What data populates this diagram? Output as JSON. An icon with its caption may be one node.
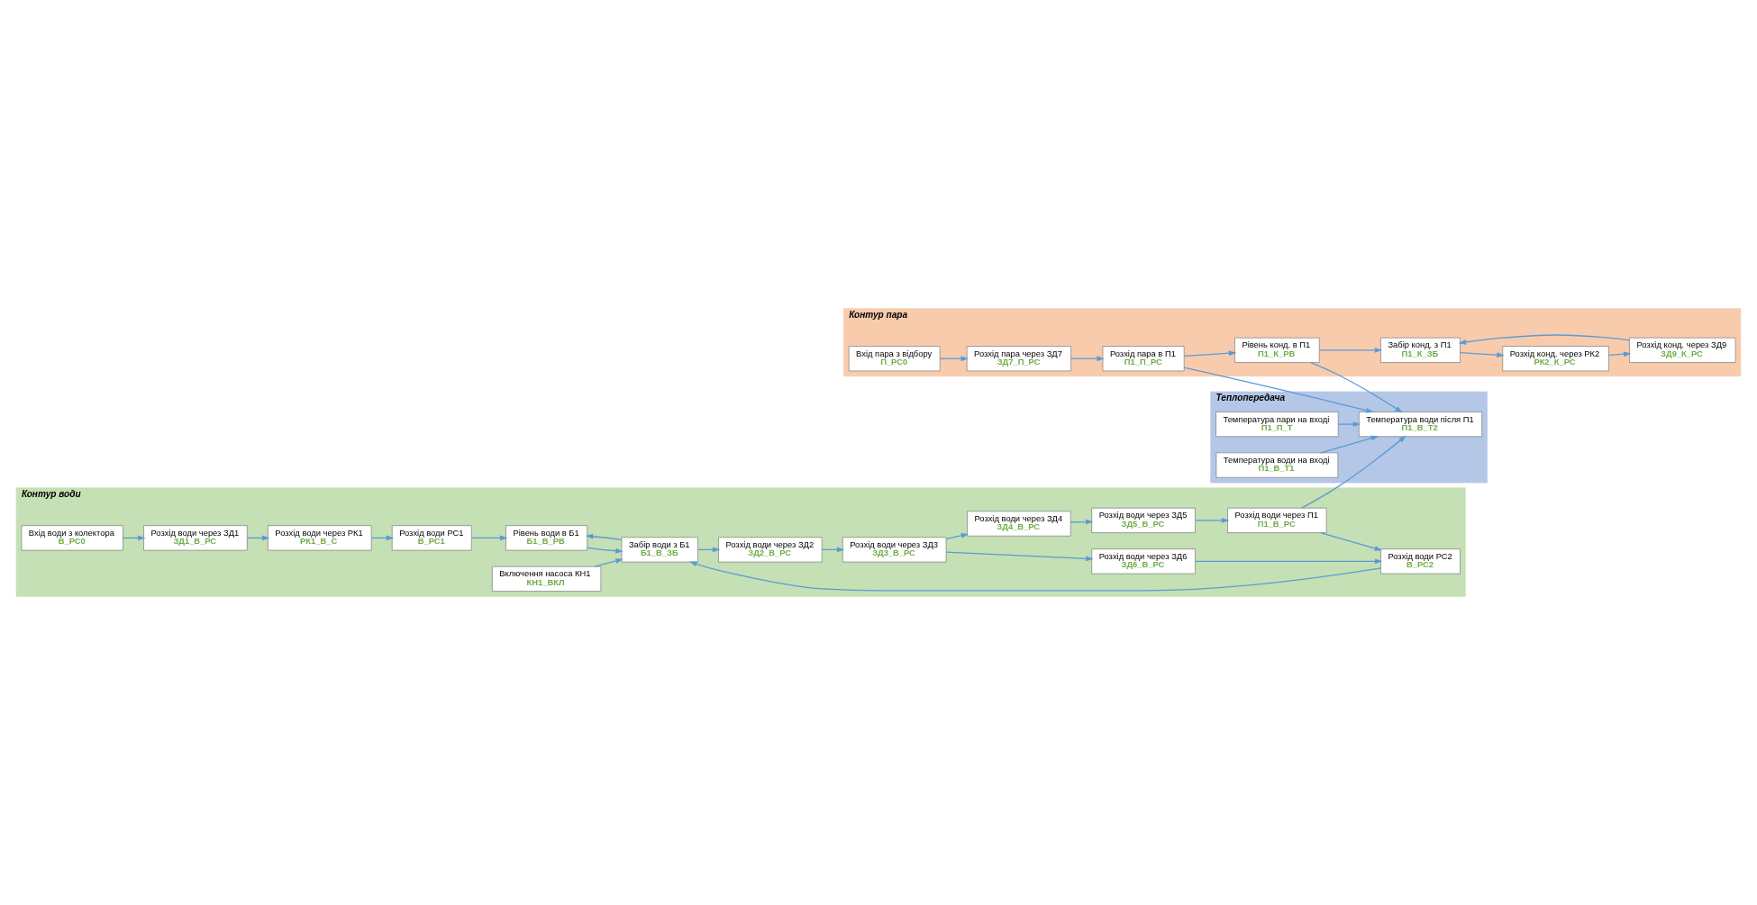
{
  "diagram": {
    "nodes": [
      {
        "text": [
          "Контур пара"
        ]
      },
      {
        "text": [
          "Вхід пара з відбору",
          "П_РС0"
        ],
        "in": 0
      },
      {
        "text": [
          "Розхід пара через ЗД7",
          "ЗД7_П_РС"
        ],
        "in": 0
      },
      {
        "text": [
          "Розхід пара в П1",
          "П1_П_РС"
        ],
        "in": 0
      },
      {
        "text": [
          "Рівень конд. в П1",
          "П1_К_РВ"
        ],
        "in": 0
      },
      {
        "text": [
          "Забір конд. з П1",
          "П1_К_ЗБ"
        ],
        "in": 0
      },
      {
        "text": [
          "Розхід конд. через РК2",
          "РК2_К_РС"
        ],
        "in": 0
      },
      {
        "text": [
          "Розхід конд. через ЗД9",
          "ЗД9_К_РС"
        ],
        "in": 0
      },
      {
        "text": [
          "Теплопередача"
        ]
      },
      {
        "text": [
          "Температура води на вході",
          "П1_В_Т1"
        ],
        "in": 8
      },
      {
        "text": [
          "Температура пари на вході",
          "П1_П_Т"
        ],
        "in": 8
      },
      {
        "text": [
          "Температура води після П1",
          "П1_В_Т2"
        ],
        "in": 8
      },
      {
        "text": [
          "Контур води"
        ]
      },
      {
        "text": [
          "Вхід води з колектора",
          "В_РС0"
        ],
        "in": 12
      },
      {
        "text": [
          "Розхід води через ЗД1",
          "ЗД1_В_РС"
        ],
        "in": 12
      },
      {
        "text": [
          "Розхід води через РК1",
          "РК1_В_С"
        ],
        "in": 12
      },
      {
        "text": [
          "Розхід води РС1",
          "В_РС1"
        ],
        "in": 12
      },
      {
        "text": [
          "Включення насоса КН1",
          "КН1_ВКЛ"
        ],
        "in": 12
      },
      {
        "text": [
          "Рівень води в Б1",
          "Б1_В_РВ"
        ],
        "in": 12
      },
      {
        "text": [
          "Забір води з Б1",
          "Б1_В_ЗБ"
        ],
        "in": 12
      },
      {
        "text": [
          "Розхід води через ЗД2",
          "ЗД2_В_РС"
        ],
        "in": 12
      },
      {
        "text": [
          "Розхід води через ЗД3",
          "ЗД3_В_РС"
        ],
        "in": 12
      },
      {
        "text": [
          "Розхід води через ЗД4",
          "ЗД4_В_РС"
        ],
        "in": 12
      },
      {
        "text": [
          "Розхід води через ЗД5",
          "ЗД5_В_РС"
        ],
        "in": 12
      },
      {
        "text": [
          "Розхід води через П1",
          "П1_В_РС"
        ],
        "in": 12
      },
      {
        "text": [
          "Розхід води через ЗД6",
          "ЗД6_В_РС"
        ],
        "in": 12
      },
      {
        "text": [
          "Розхід води РС2",
          "В_РС2"
        ],
        "in": 12
      }
    ],
    "edges": [
      {
        "from": 1,
        "to": 2,
        "arrow": "to"
      },
      {
        "from": 2,
        "to": 3,
        "arrow": "to"
      },
      {
        "from": 3,
        "to": 4,
        "arrow": "to"
      },
      {
        "from": 4,
        "to": 5,
        "arrow": "to"
      },
      {
        "from": 5,
        "to": 6,
        "arrow": "to"
      },
      {
        "from": 6,
        "to": 7,
        "arrow": "to"
      },
      {
        "from": 7,
        "to": 5,
        "arrow": "to"
      },
      {
        "from": 3,
        "to": 11,
        "arrow": "to"
      },
      {
        "from": 4,
        "to": 11,
        "arrow": "to"
      },
      {
        "from": 9,
        "to": 11,
        "arrow": "to"
      },
      {
        "from": 10,
        "to": 11,
        "arrow": "to"
      },
      {
        "from": 24,
        "to": 11,
        "arrow": "to"
      },
      {
        "from": 13,
        "to": 14,
        "arrow": "to"
      },
      {
        "from": 14,
        "to": 15,
        "arrow": "to"
      },
      {
        "from": 15,
        "to": 16,
        "arrow": "to"
      },
      {
        "from": 16,
        "to": 18,
        "arrow": "to"
      },
      {
        "from": 17,
        "to": 19,
        "arrow": "to"
      },
      {
        "from": 18,
        "to": 19,
        "arrow": "to"
      },
      {
        "from": 19,
        "to": 18,
        "arrow": "to"
      },
      {
        "from": 19,
        "to": 20,
        "arrow": "to"
      },
      {
        "from": 20,
        "to": 21,
        "arrow": "to"
      },
      {
        "from": 21,
        "to": 22,
        "arrow": "to"
      },
      {
        "from": 21,
        "to": 25,
        "arrow": "to"
      },
      {
        "from": 22,
        "to": 23,
        "arrow": "to"
      },
      {
        "from": 23,
        "to": 24,
        "arrow": "to"
      },
      {
        "from": 24,
        "to": 26,
        "arrow": "to"
      },
      {
        "from": 25,
        "to": 26,
        "arrow": "to"
      },
      {
        "from": 26,
        "to": 19,
        "arrow": "to"
      }
    ]
  }
}
